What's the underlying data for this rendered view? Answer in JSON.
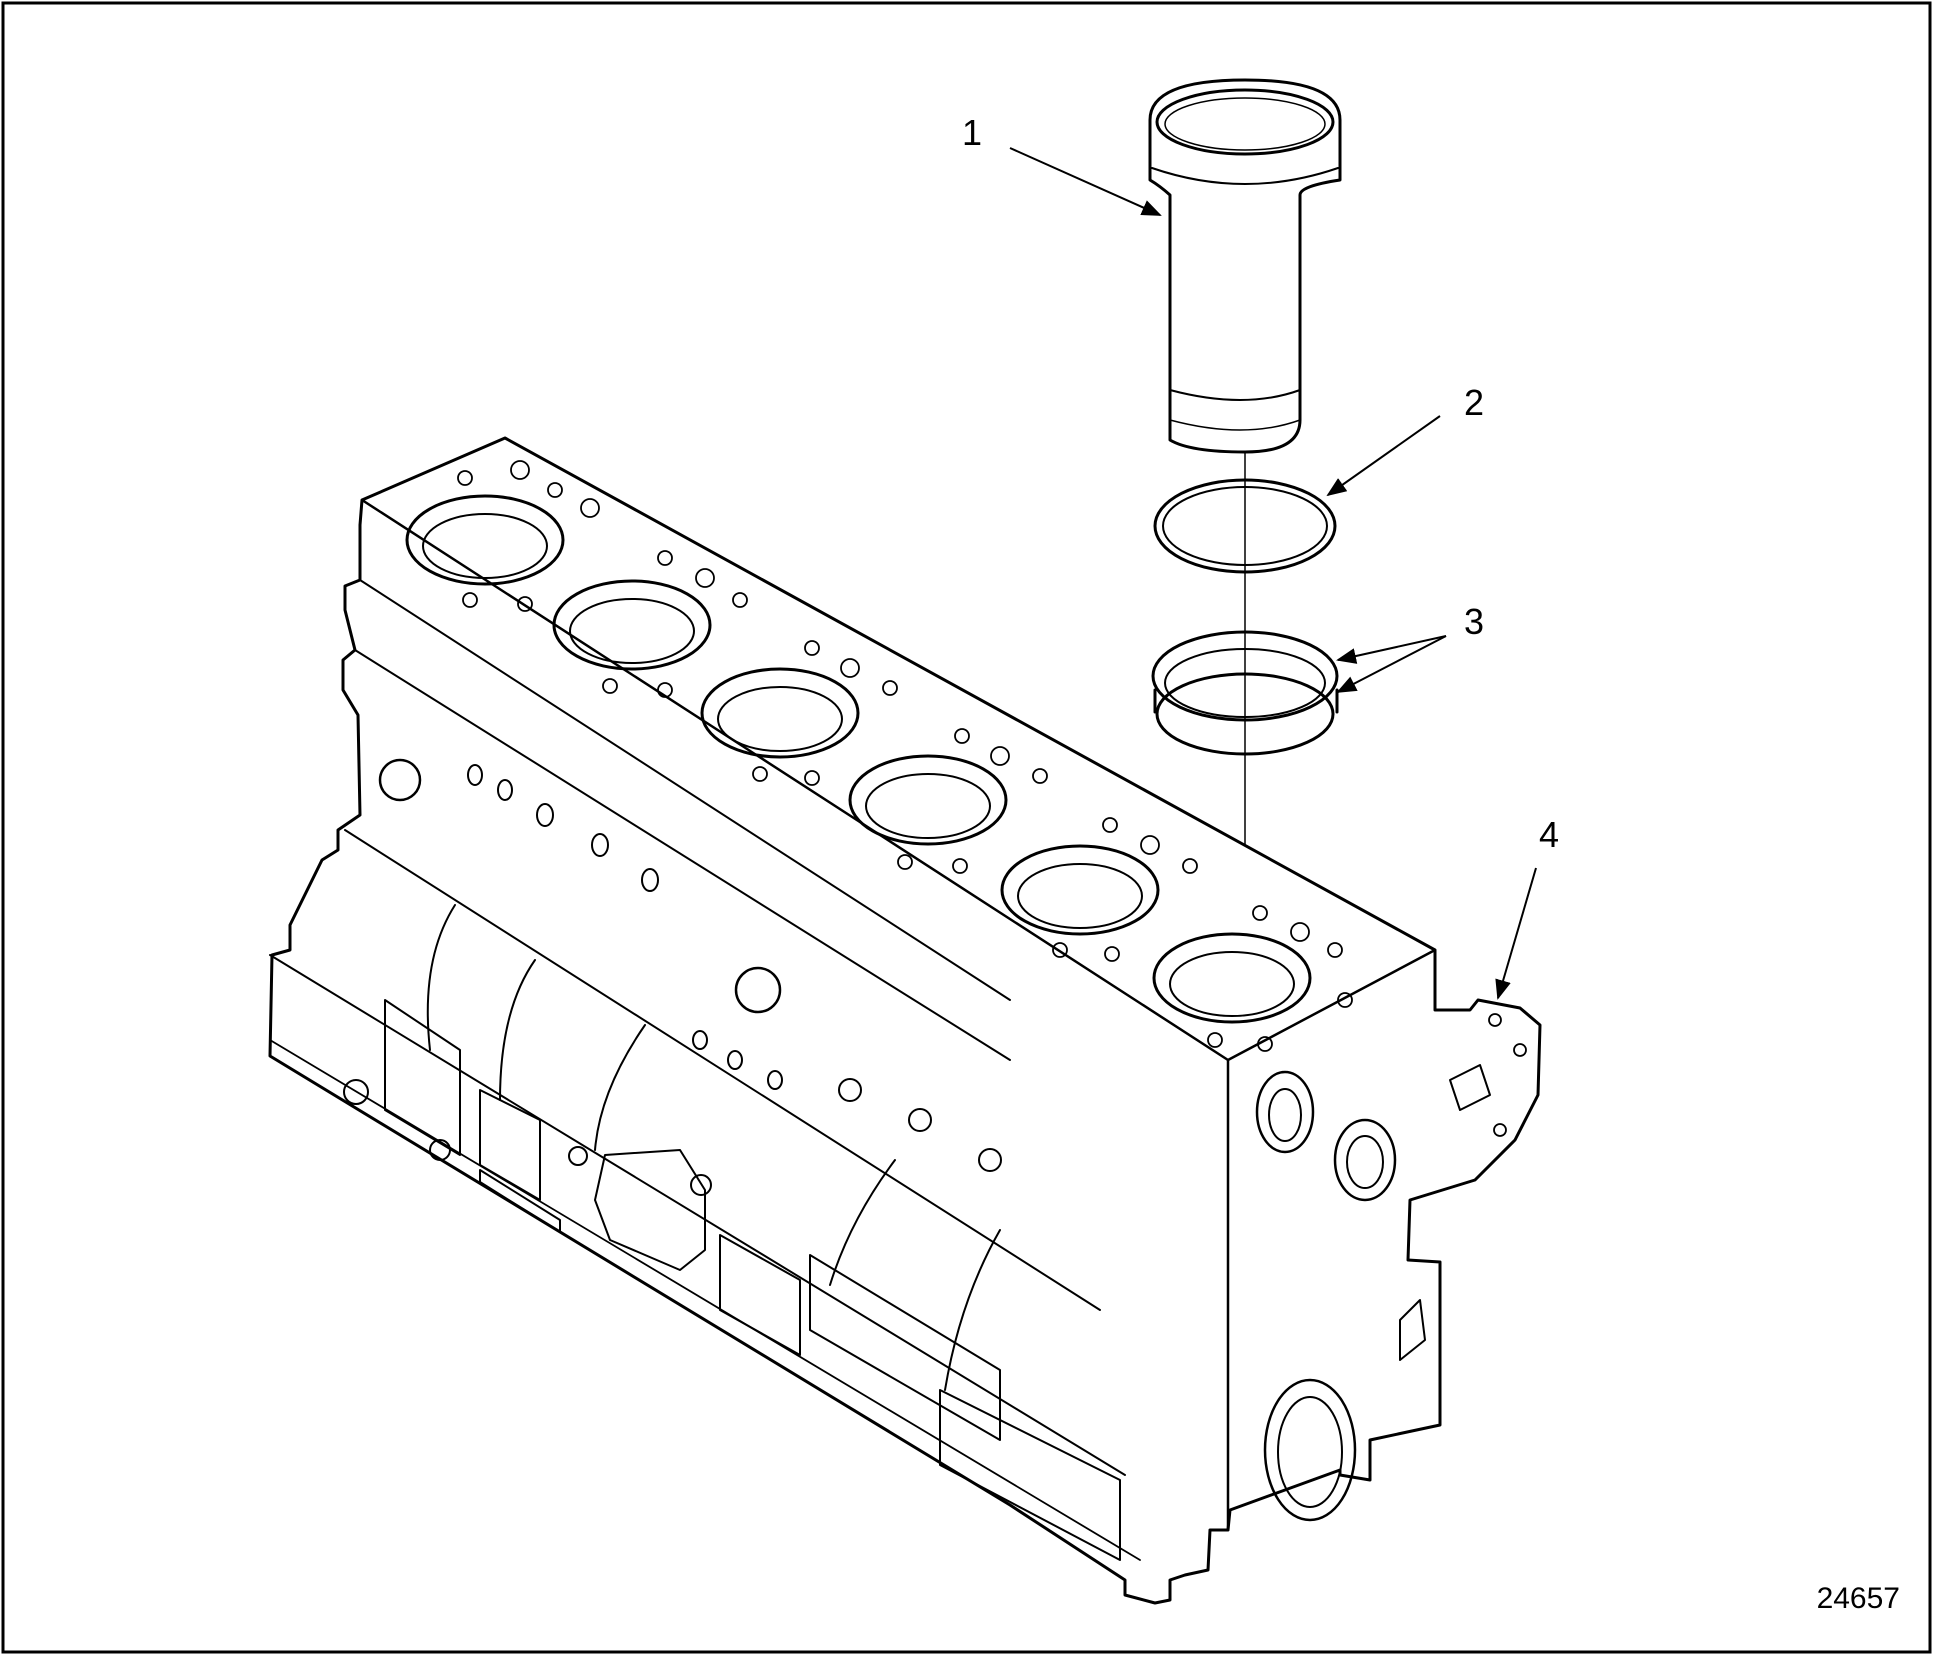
{
  "callouts": [
    {
      "label": "1"
    },
    {
      "label": "2"
    },
    {
      "label": "3"
    },
    {
      "label": "4"
    }
  ],
  "figure_number": "24657"
}
